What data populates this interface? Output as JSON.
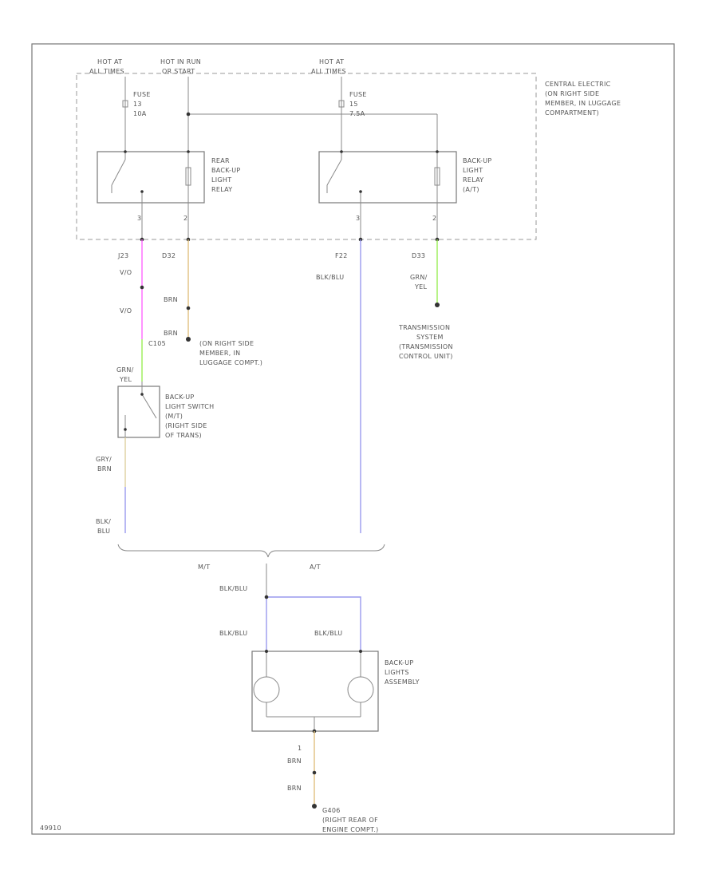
{
  "labels": {
    "hot1": [
      "HOT AT",
      "ALL TIMES"
    ],
    "hot2": [
      "HOT IN RUN",
      "OR START"
    ],
    "hot3": [
      "HOT AT",
      "ALL TIMES"
    ],
    "fuse1": [
      "FUSE",
      "13",
      "10A"
    ],
    "fuse2": [
      "FUSE",
      "15",
      "7.5A"
    ],
    "central": [
      "CENTRAL ELECTRIC",
      "(ON RIGHT SIDE",
      "MEMBER, IN LUGGAGE",
      "COMPARTMENT)"
    ],
    "relay1": [
      "REAR",
      "BACK-UP",
      "LIGHT",
      "RELAY"
    ],
    "relay2": [
      "BACK-UP",
      "LIGHT",
      "RELAY",
      "(A/T)"
    ],
    "pin_relay1": [
      "3",
      "2"
    ],
    "pin_relay2": [
      "3",
      "2"
    ],
    "conn": [
      "J23",
      "D32",
      "F22",
      "D33"
    ],
    "w_v1": "V/O",
    "w_v2": "V/O",
    "w_brn1": "BRN",
    "w_brn2": "BRN",
    "ground1": [
      "(ON RIGHT SIDE",
      "MEMBER, IN",
      "LUGGAGE COMPT.)"
    ],
    "c105": "C105",
    "w_grn_yel": [
      "GRN/",
      "YEL"
    ],
    "w_blk_blu1": "BLK/BLU",
    "w_grn_yel2": [
      "GRN/",
      "YEL"
    ],
    "trans": [
      "TRANSMISSION",
      "SYSTEM",
      "(TRANSMISSION",
      "CONTROL UNIT)"
    ],
    "switch": [
      "BACK-UP",
      "LIGHT SWITCH",
      "(M/T)",
      "(RIGHT SIDE",
      "OF TRANS)"
    ],
    "w_gry_brn": [
      "GRY/",
      "BRN"
    ],
    "w_blk_blu2": [
      "BLK/",
      "BLU"
    ],
    "mt": "M/T",
    "at": "A/T",
    "w_blk_blu3": "BLK/BLU",
    "w_blk_blu4": "BLK/BLU",
    "w_blk_blu5": "BLK/BLU",
    "lights": [
      "BACK-UP",
      "LIGHTS",
      "ASSEMBLY"
    ],
    "pin_light": "1",
    "w_brn3": "BRN",
    "w_brn4": "BRN",
    "ground2": [
      "G406",
      "(RIGHT REAR OF",
      "ENGINE COMPT.)"
    ],
    "fig": "49910"
  },
  "colors": {
    "violet_orange": "#ff66ff",
    "brown": "#e0c080",
    "blue": "#9999ee",
    "green_yellow": "#99ee55",
    "gray_brown": "#ddd0a0",
    "line": "#808080"
  }
}
